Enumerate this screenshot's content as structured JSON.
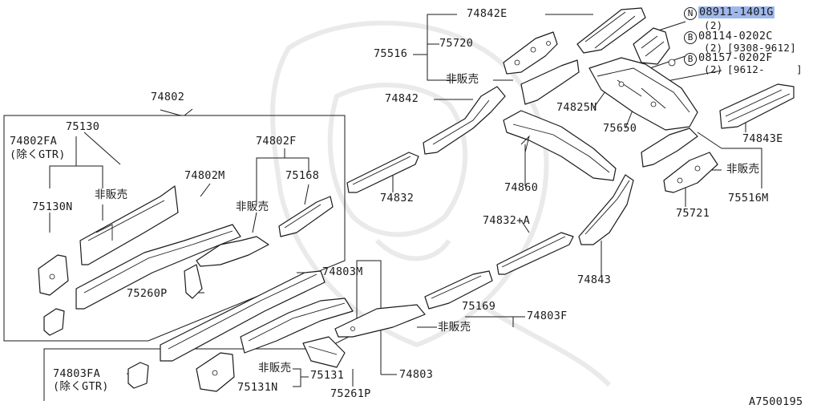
{
  "diagram": {
    "figure_code": "A7500195",
    "callouts": {
      "p74842E": "74842E",
      "p75516": "75516",
      "p75720": "75720",
      "hanbai_top": "非販売",
      "p74842": "74842",
      "p74825N": "74825N",
      "p75650": "75650",
      "p74843E": "74843E",
      "hanbai_right": "非販売",
      "p75516M": "75516M",
      "p75721": "75721",
      "p74802": "74802",
      "p75130": "75130",
      "p74802FA": "74802FA",
      "gtr_note_top": "(除くGTR)",
      "p74802F": "74802F",
      "p74802M": "74802M",
      "p75168": "75168",
      "hanbai_left": "非販売",
      "p75130N": "75130N",
      "hanbai_mid": "非販売",
      "p74832": "74832",
      "p74860": "74860",
      "p74832A": "74832+A",
      "p74843": "74843",
      "p74803M": "74803M",
      "p75260P": "75260P",
      "p75169": "75169",
      "p74803F": "74803F",
      "hanbai_lower": "非販売",
      "p74803FA": "74803FA",
      "gtr_note_bottom": "(除くGTR)",
      "hanbai_bottom": "非販売",
      "p75131": "75131",
      "p74803": "74803",
      "p75131N": "75131N",
      "p75261P": "75261P"
    },
    "fasteners": [
      {
        "symbol": "N",
        "part_no": "08911-1401G",
        "qty": "(2)",
        "range": "",
        "highlighted": true
      },
      {
        "symbol": "B",
        "part_no": "08114-0202C",
        "qty": "(2)",
        "range": "[9308-9612]",
        "highlighted": false
      },
      {
        "symbol": "B",
        "part_no": "08157-0202F",
        "qty": "(2)",
        "range": "[9612-     ]",
        "highlighted": false
      }
    ],
    "colors": {
      "line": "#1a1a1a",
      "highlight": "#9fb8ec",
      "watermark": "#d8d8d8"
    }
  }
}
